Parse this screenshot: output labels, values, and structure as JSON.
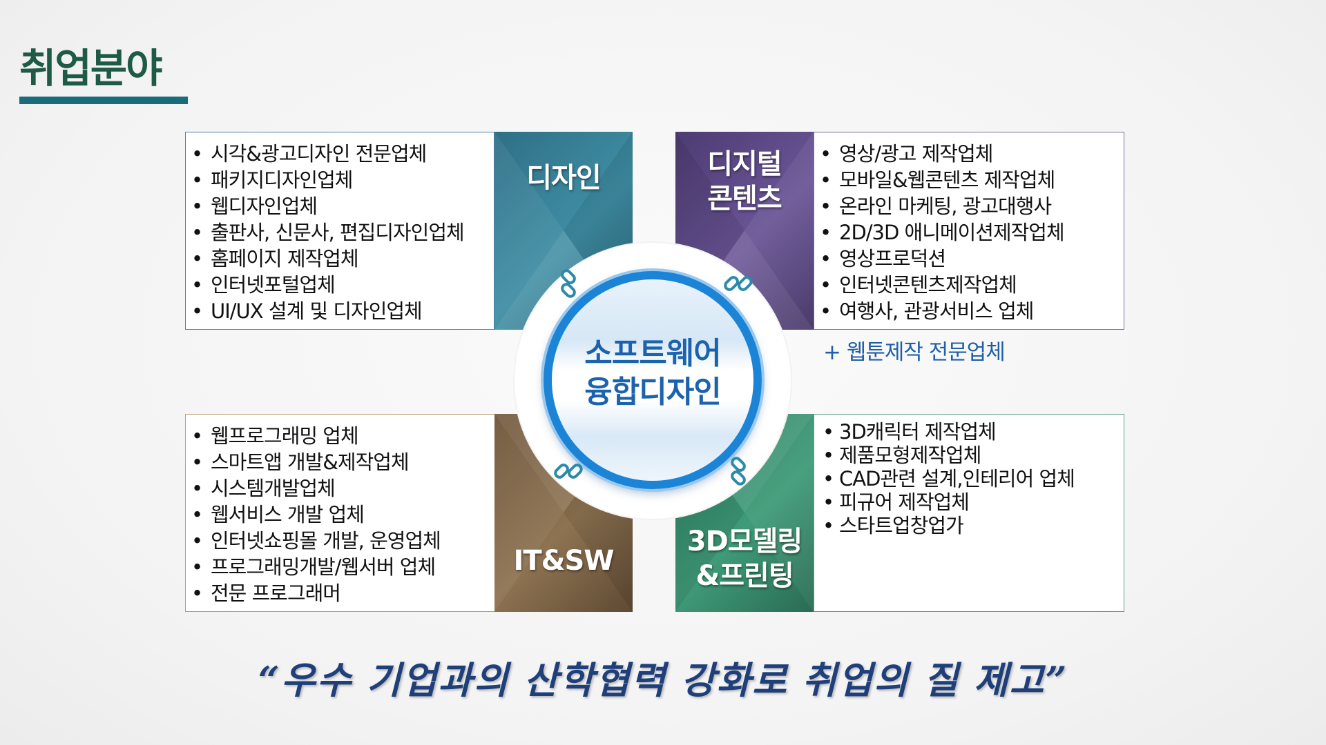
{
  "page": {
    "title": "취업분야"
  },
  "center": {
    "line1": "소프트웨어",
    "line2": "융합디자인"
  },
  "quadrants": {
    "design": {
      "label": "디자인",
      "items": [
        "시각&광고디자인 전문업체",
        "패키지디자인업체",
        "웹디자인업체",
        "출판사, 신문사, 편집디자인업체",
        "홈페이지 제작업체",
        "인터넷포털업체",
        "UI/UX 설계 및 디자인업체"
      ]
    },
    "digital": {
      "label_line1": "디지털",
      "label_line2": "콘텐츠",
      "items": [
        "영상/광고 제작업체",
        "모바일&웹콘텐츠 제작업체",
        "온라인 마케팅, 광고대행사",
        "2D/3D 애니메이션제작업체",
        "영상프로덕션",
        "인터넷콘텐츠제작업체",
        "여행사, 관광서비스 업체"
      ],
      "extra": "+ 웹툰제작 전문업체"
    },
    "itsw": {
      "label": "IT&SW",
      "items": [
        "웹프로그래밍 업체",
        "스마트앱 개발&제작업체",
        "시스템개발업체",
        "웹서비스 개발 업체",
        "인터넷쇼핑몰 개발, 운영업체",
        "프로그래밍개발/웹서버 업체",
        "전문 프로그래머"
      ]
    },
    "modeling": {
      "label_line1": "3D모델링",
      "label_line2": "&프린팅",
      "items": [
        "3D캐릭터 제작업체",
        "제품모형제작업체",
        "CAD관련 설계,인테리어 업체",
        "피규어 제작업체",
        "스타트업창업가"
      ]
    }
  },
  "slogan": "“우수 기업과의 산학협력 강화로 취업의 질 제고”",
  "colors": {
    "title": "#1e5a45",
    "design_panel": "#3a8199",
    "digital_panel": "#5d4a88",
    "itsw_panel": "#7f6647",
    "modeling_panel": "#348a6b",
    "center_ring": "#1c84d6",
    "center_text": "#1c63ae",
    "note_text": "#1f5fa8",
    "slogan_text": "#1f3f7a"
  },
  "icons": [
    "chain-link-icon"
  ]
}
